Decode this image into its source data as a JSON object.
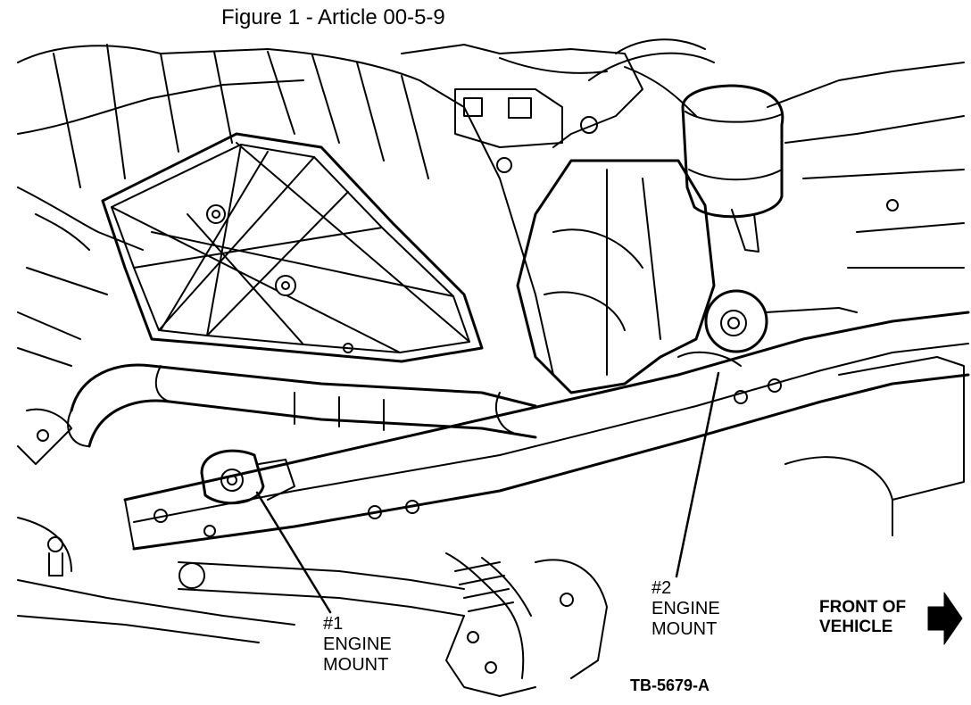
{
  "figure": {
    "title": "Figure 1 - Article 00-5-9",
    "drawing_code": "TB-5679-A"
  },
  "callouts": {
    "mount1": {
      "number": "#1",
      "line1": "ENGINE",
      "line2": "MOUNT"
    },
    "mount2": {
      "number": "#2",
      "line1": "ENGINE",
      "line2": "MOUNT"
    },
    "front": {
      "line1": "FRONT OF",
      "line2": "VEHICLE"
    }
  },
  "icons": {
    "direction": "arrow-right-icon"
  },
  "colors": {
    "ink": "#000000",
    "paper": "#ffffff"
  }
}
